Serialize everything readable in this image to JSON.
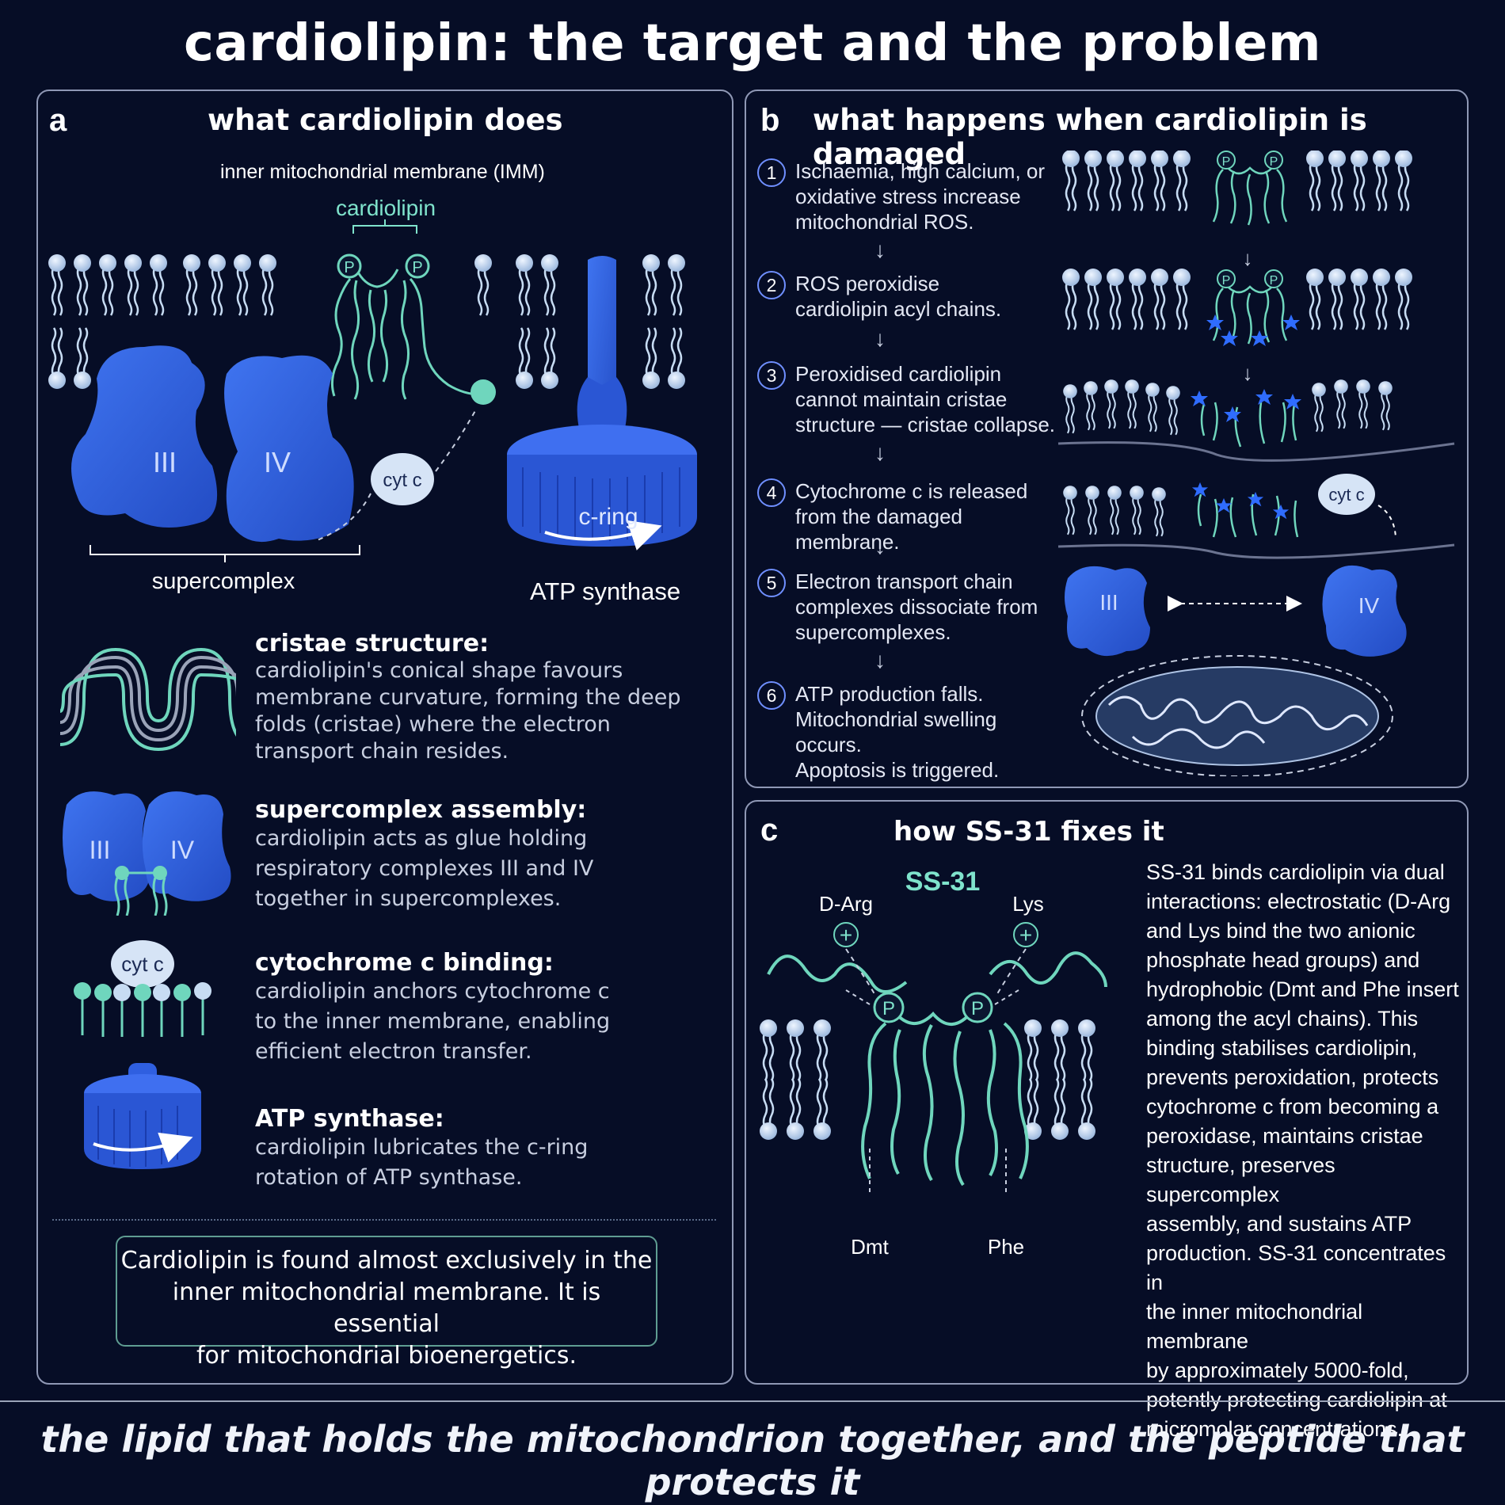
{
  "title": "cardiolipin: the target and the problem",
  "panel_a": {
    "label": "a",
    "title": "what cardiolipin does",
    "membrane_label": "inner mitochondrial membrane (IMM)",
    "cardiolipin_label": "cardiolipin",
    "phosphate": "P",
    "complex_iii": "III",
    "complex_iv": "IV",
    "cytc": "cyt c",
    "cring": "c-ring",
    "supercomplex_label": "supercomplex",
    "atp_label": "ATP synthase",
    "features": [
      {
        "title": "cristae structure:",
        "body": [
          "cardiolipin's conical shape favours",
          "membrane curvature, forming the deep",
          "folds (cristae) where the electron",
          "transport chain resides."
        ]
      },
      {
        "title": "supercomplex assembly:",
        "body": [
          "cardiolipin acts as glue holding",
          "respiratory complexes III and IV",
          "together in supercomplexes."
        ]
      },
      {
        "title": "cytochrome c binding:",
        "body": [
          "cardiolipin anchors cytochrome c",
          "to the inner membrane, enabling",
          "efficient electron transfer."
        ]
      },
      {
        "title": "ATP synthase:",
        "body": [
          "cardiolipin lubricates the c-ring",
          "rotation of ATP synthase."
        ]
      }
    ],
    "note": [
      "Cardiolipin is found almost exclusively in the",
      "inner mitochondrial membrane. It is essential",
      "for mitochondrial bioenergetics."
    ]
  },
  "panel_b": {
    "label": "b",
    "title": "what happens when cardiolipin is damaged",
    "steps": [
      {
        "num": "1",
        "lines": [
          "Ischaemia, high calcium, or",
          "oxidative stress increase",
          "mitochondrial ROS."
        ]
      },
      {
        "num": "2",
        "lines": [
          "ROS peroxidise",
          "cardiolipin acyl chains."
        ]
      },
      {
        "num": "3",
        "lines": [
          "Peroxidised cardiolipin",
          "cannot maintain cristae",
          "structure — cristae collapse."
        ]
      },
      {
        "num": "4",
        "lines": [
          "Cytochrome c is released",
          "from the damaged membrane."
        ]
      },
      {
        "num": "5",
        "lines": [
          "Electron transport chain",
          "complexes dissociate from",
          "supercomplexes."
        ]
      },
      {
        "num": "6",
        "lines": [
          "ATP production falls.",
          "Mitochondrial swelling occurs.",
          "Apoptosis is triggered."
        ]
      }
    ],
    "arrow": "↓",
    "cytc": "cyt c",
    "complex_iii": "III",
    "complex_iv": "IV"
  },
  "panel_c": {
    "label": "c",
    "title": "how SS-31 fixes it",
    "ss31": "SS-31",
    "darg": "D-Arg",
    "lys": "Lys",
    "dmt": "Dmt",
    "phe": "Phe",
    "plus": "+",
    "text": [
      "SS-31 binds cardiolipin via dual",
      "interactions: electrostatic (D-Arg",
      "and Lys bind the two anionic",
      "phosphate head groups) and",
      "hydrophobic (Dmt and Phe insert",
      "among the acyl chains). This",
      "binding stabilises cardiolipin,",
      "prevents peroxidation, protects",
      "cytochrome c from becoming a",
      "peroxidase, maintains cristae",
      "structure, preserves supercomplex",
      "assembly, and sustains ATP",
      "production. SS-31 concentrates in",
      "the inner mitochondrial membrane",
      "by approximately 5000-fold,",
      "potently protecting cardiolipin at",
      "micromolar concentrations."
    ]
  },
  "footer": "the lipid that holds the mitochondrion together, and the peptide that protects it",
  "colors": {
    "background": "#060d26",
    "protein": "#2f5fe0",
    "lipid_head": "#c7dcf3",
    "cardiolipin": "#6fd6bd",
    "ros": "#2f5fe0"
  }
}
